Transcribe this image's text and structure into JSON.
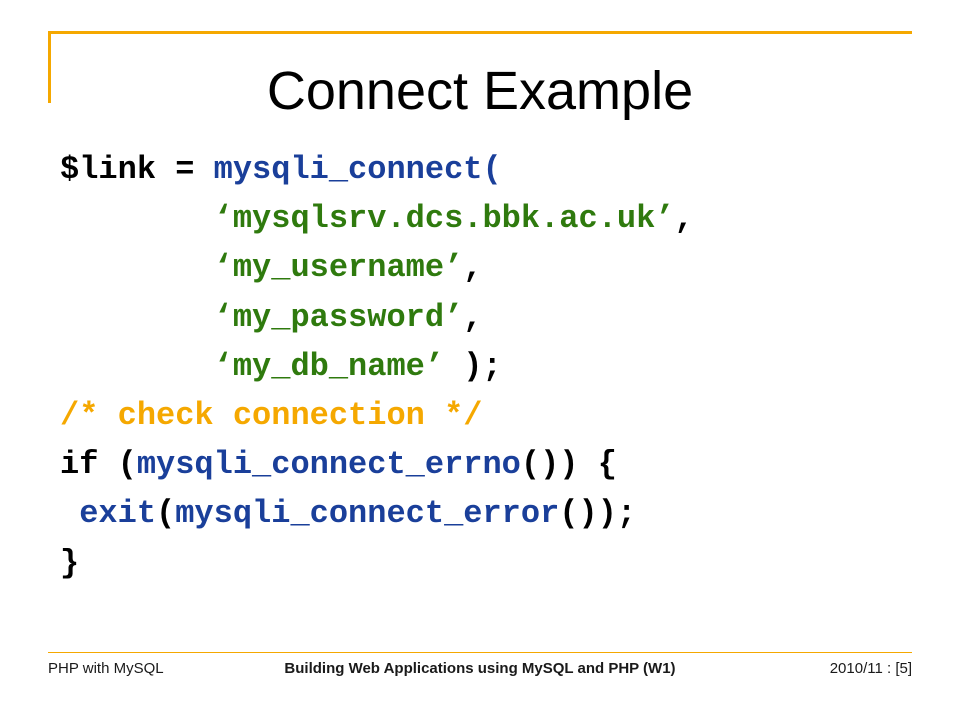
{
  "slide": {
    "title": "Connect Example",
    "code_lines": [
      [
        {
          "t": "$link = ",
          "c": "kw"
        },
        {
          "t": "mysqli_connect(",
          "c": "fn"
        }
      ],
      [
        {
          "t": "        ",
          "c": "kw"
        },
        {
          "t": "‘mysqlsrv.dcs.bbk.ac.uk’",
          "c": "str"
        },
        {
          "t": ",",
          "c": "kw"
        }
      ],
      [
        {
          "t": "        ",
          "c": "kw"
        },
        {
          "t": "‘my_username’",
          "c": "str"
        },
        {
          "t": ",",
          "c": "kw"
        }
      ],
      [
        {
          "t": "        ",
          "c": "kw"
        },
        {
          "t": "‘my_password’",
          "c": "str"
        },
        {
          "t": ",",
          "c": "kw"
        }
      ],
      [
        {
          "t": "        ",
          "c": "kw"
        },
        {
          "t": "‘my_db_name’",
          "c": "str"
        },
        {
          "t": " );",
          "c": "kw"
        }
      ],
      [
        {
          "t": "/* check connection */",
          "c": "cmt"
        }
      ],
      [
        {
          "t": "if (",
          "c": "kw"
        },
        {
          "t": "mysqli_connect_errno",
          "c": "fn"
        },
        {
          "t": "()) {",
          "c": "kw"
        }
      ],
      [
        {
          "t": " ",
          "c": "kw"
        },
        {
          "t": "exit",
          "c": "fn"
        },
        {
          "t": "(",
          "c": "kw"
        },
        {
          "t": "mysqli_connect_error",
          "c": "fn"
        },
        {
          "t": "());",
          "c": "kw"
        }
      ],
      [
        {
          "t": "}",
          "c": "kw"
        }
      ]
    ]
  },
  "footer": {
    "left": "PHP with MySQL",
    "center": "Building Web Applications using MySQL and PHP (W1)",
    "right": "2010/11 : [5]"
  },
  "colors": {
    "accent": "#F5A800",
    "function": "#1A3F9A",
    "string": "#2F7A0E",
    "comment": "#F5A800",
    "text": "#000000"
  }
}
